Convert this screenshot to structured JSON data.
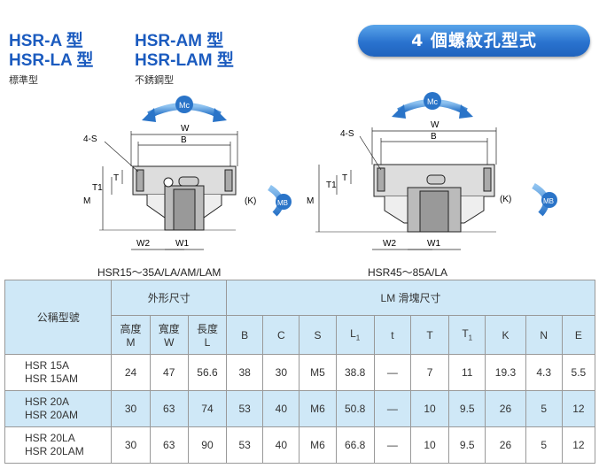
{
  "header": {
    "title_left_1": "HSR-A 型",
    "title_left_2": "HSR-LA 型",
    "sub_left": "標準型",
    "title_right_1": "HSR-AM 型",
    "title_right_2": "HSR-LAM 型",
    "sub_right": "不銹鋼型",
    "banner": "4 個螺紋孔型式"
  },
  "drawing_left": {
    "caption": "HSR15～35A/LA/AM/LAM",
    "labels": {
      "s": "4-S",
      "w": "W",
      "b": "B",
      "t1": "T1",
      "t": "T",
      "m": "M",
      "k": "(K)",
      "w2": "W2",
      "w1": "W1",
      "mc": "Mc",
      "mb": "MB"
    }
  },
  "drawing_right": {
    "caption": "HSR45～85A/LA",
    "labels": {
      "s": "4-S",
      "w": "W",
      "b": "B",
      "t1": "T1",
      "t": "T",
      "m": "M",
      "k": "(K)",
      "w2": "W2",
      "w1": "W1",
      "mc": "Mc",
      "mb": "MB"
    }
  },
  "table": {
    "h_model": "公稱型號",
    "h_outer": "外形尺寸",
    "h_lm": "LM 滑塊尺寸",
    "h_height": "高度",
    "h_height_sym": "M",
    "h_width": "寬度",
    "h_width_sym": "W",
    "h_length": "長度",
    "h_length_sym": "L",
    "cols": [
      "B",
      "C",
      "S",
      "L",
      "t",
      "T",
      "T",
      "K",
      "N",
      "E"
    ],
    "col_subs": [
      "",
      "",
      "",
      "1",
      "",
      "",
      "1",
      "",
      "",
      ""
    ],
    "rows": [
      {
        "model": [
          "HSR  15A",
          "HSR  15AM"
        ],
        "values": [
          "24",
          "47",
          "56.6",
          "38",
          "30",
          "M5",
          "38.8",
          "—",
          "7",
          "11",
          "19.3",
          "4.3",
          "5.5"
        ]
      },
      {
        "model": [
          "HSR  20A",
          "HSR  20AM"
        ],
        "values": [
          "30",
          "63",
          "74",
          "53",
          "40",
          "M6",
          "50.8",
          "—",
          "10",
          "9.5",
          "26",
          "5",
          "12"
        ]
      },
      {
        "model": [
          "HSR  20LA",
          "HSR  20LAM"
        ],
        "values": [
          "30",
          "63",
          "90",
          "53",
          "40",
          "M6",
          "66.8",
          "—",
          "10",
          "9.5",
          "26",
          "5",
          "12"
        ]
      }
    ]
  }
}
